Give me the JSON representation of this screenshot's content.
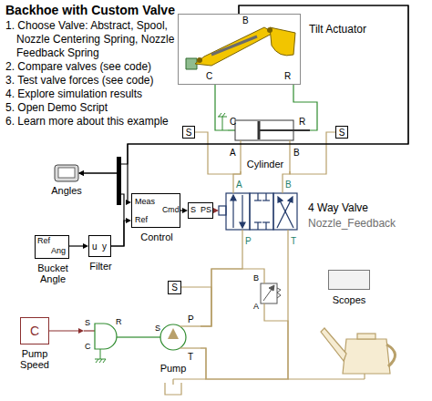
{
  "diagram": {
    "title": "Backhoe with Custom Valve",
    "nodes": [
      {
        "text": [
          "C",
          "B",
          "R",
          "Tilt Actuator"
        ]
      },
      {
        "text": [
          "S"
        ]
      },
      {
        "text": [
          "C",
          "R",
          "A",
          "B",
          "Cylinder"
        ]
      },
      {
        "text": [
          "S"
        ]
      },
      {
        "text": [
          "Angles"
        ]
      },
      {
        "text": [
          "Meas",
          "Cmd",
          "Ref",
          "Control"
        ]
      },
      {
        "text": [
          "S",
          "PS"
        ]
      },
      {
        "text": [
          "A",
          "B",
          "P",
          "T",
          "4 Way Valve",
          "Nozzle_Feedback"
        ]
      },
      {
        "text": [
          "Ref",
          "Ang",
          "Bucket Angle"
        ]
      },
      {
        "text": [
          "u",
          "y",
          "Filter"
        ]
      },
      {
        "text": [
          "S"
        ]
      },
      {
        "text": [
          "B",
          "A"
        ]
      },
      {
        "text": [
          "Scopes"
        ]
      },
      {
        "text": [
          "C",
          "Pump Speed"
        ]
      },
      {
        "text": [
          "S",
          "C",
          "R"
        ]
      },
      {
        "text": [
          "S",
          "P",
          "T",
          "Pump"
        ]
      }
    ],
    "edges": [
      {
        "from": 0,
        "to": 2,
        "arrow": "none"
      },
      {
        "from": 0,
        "to": 2,
        "arrow": "none"
      },
      {
        "from": 1,
        "to": 2,
        "arrow": "none"
      },
      {
        "from": 3,
        "to": 2,
        "arrow": "none"
      },
      {
        "from": 2,
        "to": 7,
        "arrow": "none"
      },
      {
        "from": 2,
        "to": 7,
        "arrow": "none"
      },
      {
        "from": 0,
        "to": 4,
        "arrow": "to"
      },
      {
        "from": 0,
        "to": 5,
        "arrow": "to"
      },
      {
        "from": 8,
        "to": 9,
        "arrow": "to"
      },
      {
        "from": 9,
        "to": 5,
        "arrow": "to"
      },
      {
        "from": 9,
        "to": 4,
        "arrow": "to"
      },
      {
        "from": 5,
        "to": 6,
        "arrow": "to"
      },
      {
        "from": 6,
        "to": 7,
        "arrow": "to"
      },
      {
        "from": 13,
        "to": 14,
        "arrow": "to"
      },
      {
        "from": 14,
        "to": 15,
        "arrow": "none"
      },
      {
        "from": 15,
        "to": 7,
        "arrow": "none"
      },
      {
        "from": 15,
        "to": 7,
        "arrow": "none"
      },
      {
        "from": 11,
        "to": 15,
        "arrow": "none"
      },
      {
        "from": 11,
        "to": 15,
        "arrow": "none"
      },
      {
        "from": 10,
        "to": 15,
        "arrow": "none"
      }
    ],
    "labels": [
      "1. Choose Valve: Abstract, Spool, Nozzle Centering Spring, Nozzle Feedback Spring",
      "2. Compare valves (see code)",
      "3. Test valve forces (see code)",
      "4. Explore simulation results",
      "5. Open Demo Script",
      "6. Learn more about this example"
    ]
  }
}
